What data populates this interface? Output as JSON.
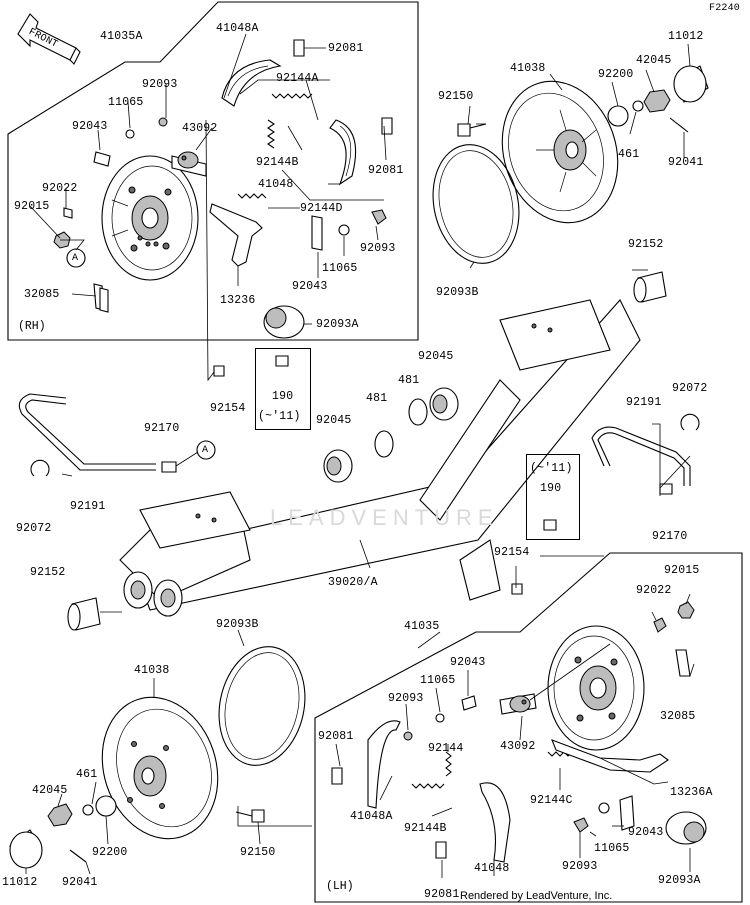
{
  "figure_code": "F2240",
  "front_label": "FRONT",
  "watermark": "LEADVENTURE",
  "credit": "Rendered by LeadVenture, Inc.",
  "panel_rh": "(RH)",
  "panel_lh": "(LH)",
  "callouts": {
    "a_upper": "A",
    "a_middle": "A"
  },
  "notes": {
    "box_upper_num": "190",
    "box_upper_range": "(~'11)",
    "box_lower_range": "(~'11)",
    "box_lower_num": "190"
  },
  "labels": {
    "l41035A": "41035A",
    "l41048A_top": "41048A",
    "l92081_a": "92081",
    "l92093_a": "92093",
    "l92144A": "92144A",
    "l11065_a": "11065",
    "l92043_a": "92043",
    "l43092_a": "43092",
    "l92144B_a": "92144B",
    "l92081_b": "92081",
    "l41048_a": "41048",
    "l92022_a": "92022",
    "l92015_a": "92015",
    "l92144D": "92144D",
    "l92093_b": "92093",
    "l11065_b": "11065",
    "l92043_b": "92043",
    "l13236": "13236",
    "l32085_a": "32085",
    "l92093A_a": "92093A",
    "l41038_a": "41038",
    "l92150_a": "92150",
    "l92200_a": "92200",
    "l42045_a": "42045",
    "l11012_a": "11012",
    "l461_a": "461",
    "l92041_a": "92041",
    "l92093B_a": "92093B",
    "l92152_a": "92152",
    "l92154_a": "92154",
    "l92045_a": "92045",
    "l481_a": "481",
    "l481_b": "481",
    "l92045_b": "92045",
    "l92072_a": "92072",
    "l92191_a": "92191",
    "l92170_a": "92170",
    "l92191_b": "92191",
    "l92072_b": "92072",
    "l92170_b": "92170",
    "l92152_b": "92152",
    "l39020A": "39020/A",
    "l92154_b": "92154",
    "l92015_b": "92015",
    "l92022_b": "92022",
    "l92093B_b": "92093B",
    "l41035": "41035",
    "l92043_c": "92043",
    "l11065_c": "11065",
    "l92093_c": "92093",
    "l92081_c": "92081",
    "l92144": "92144",
    "l43092_b": "43092",
    "l32085_b": "32085",
    "l41038_b": "41038",
    "l41048A_b": "41048A",
    "l92144C": "92144C",
    "l13236A": "13236A",
    "l461_b": "461",
    "l42045_b": "42045",
    "l92144B_b": "92144B",
    "l92043_d": "92043",
    "l11065_d": "11065",
    "l92200_b": "92200",
    "l92150_b": "92150",
    "l41048_b": "41048",
    "l92093_d": "92093",
    "l92093A_b": "92093A",
    "l11012_b": "11012",
    "l92041_b": "92041",
    "l92081_d": "92081"
  }
}
